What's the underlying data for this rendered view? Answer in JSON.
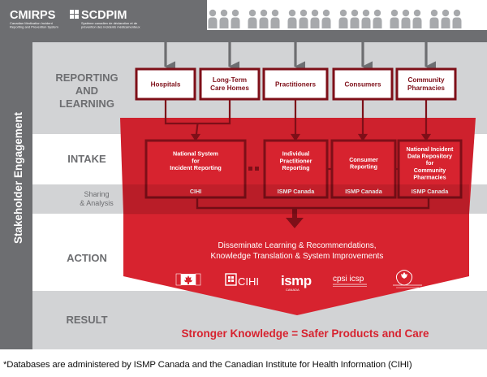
{
  "header": {
    "logo_left": "CMIRPS",
    "logo_right": "SCDPIM",
    "logo_left_sub1": "Canadian Medication Incident",
    "logo_left_sub2": "Reporting and Prevention System",
    "logo_right_sub1": "Système canadien de déclaration et de",
    "logo_right_sub2": "prévention des incidents médicamenteux"
  },
  "side_label": "Stakeholder Engagement",
  "rows": {
    "reporting_1": "REPORTING",
    "reporting_2": "AND",
    "reporting_3": "LEARNING",
    "intake": "INTAKE",
    "sharing_1": "Sharing",
    "sharing_2": "& Analysis",
    "action": "ACTION",
    "result": "RESULT"
  },
  "sources": [
    {
      "line1": "Hospitals",
      "line2": ""
    },
    {
      "line1": "Long-Term",
      "line2": "Care Homes"
    },
    {
      "line1": "Practitioners",
      "line2": ""
    },
    {
      "line1": "Consumers",
      "line2": ""
    },
    {
      "line1": "Community",
      "line2": "Pharmacies"
    }
  ],
  "systems": [
    {
      "lines": [
        "National System",
        "for",
        "Incident Reporting"
      ],
      "org": "CIHI"
    },
    {
      "lines": [
        "Individual",
        "Practitioner",
        "Reporting"
      ],
      "org": "ISMP Canada"
    },
    {
      "lines": [
        "Consumer",
        "Reporting"
      ],
      "org": "ISMP Canada"
    },
    {
      "lines": [
        "National Incident",
        "Data Repository",
        "for",
        "Community",
        "Pharmacies"
      ],
      "org": "ISMP Canada"
    }
  ],
  "action_text_1": "Disseminate Learning & Recommendations,",
  "action_text_2": "Knowledge Translation & System Improvements",
  "partners": {
    "cihi": "CIHI",
    "ismp": "ismp",
    "ismp_sub": "CANADA",
    "cpsi": "cpsi icsp"
  },
  "result_text": "Stronger Knowledge = Safer Products and Care",
  "footnote": "*Databases are administered by ISMP Canada and the Canadian Institute for Health Information (CIHI)",
  "colors": {
    "red": "#d7232f",
    "dark_red": "#7e0f18",
    "gray_header": "#6d6e71",
    "gray_band": "#d2d3d5",
    "person": "#a7a9ac"
  }
}
